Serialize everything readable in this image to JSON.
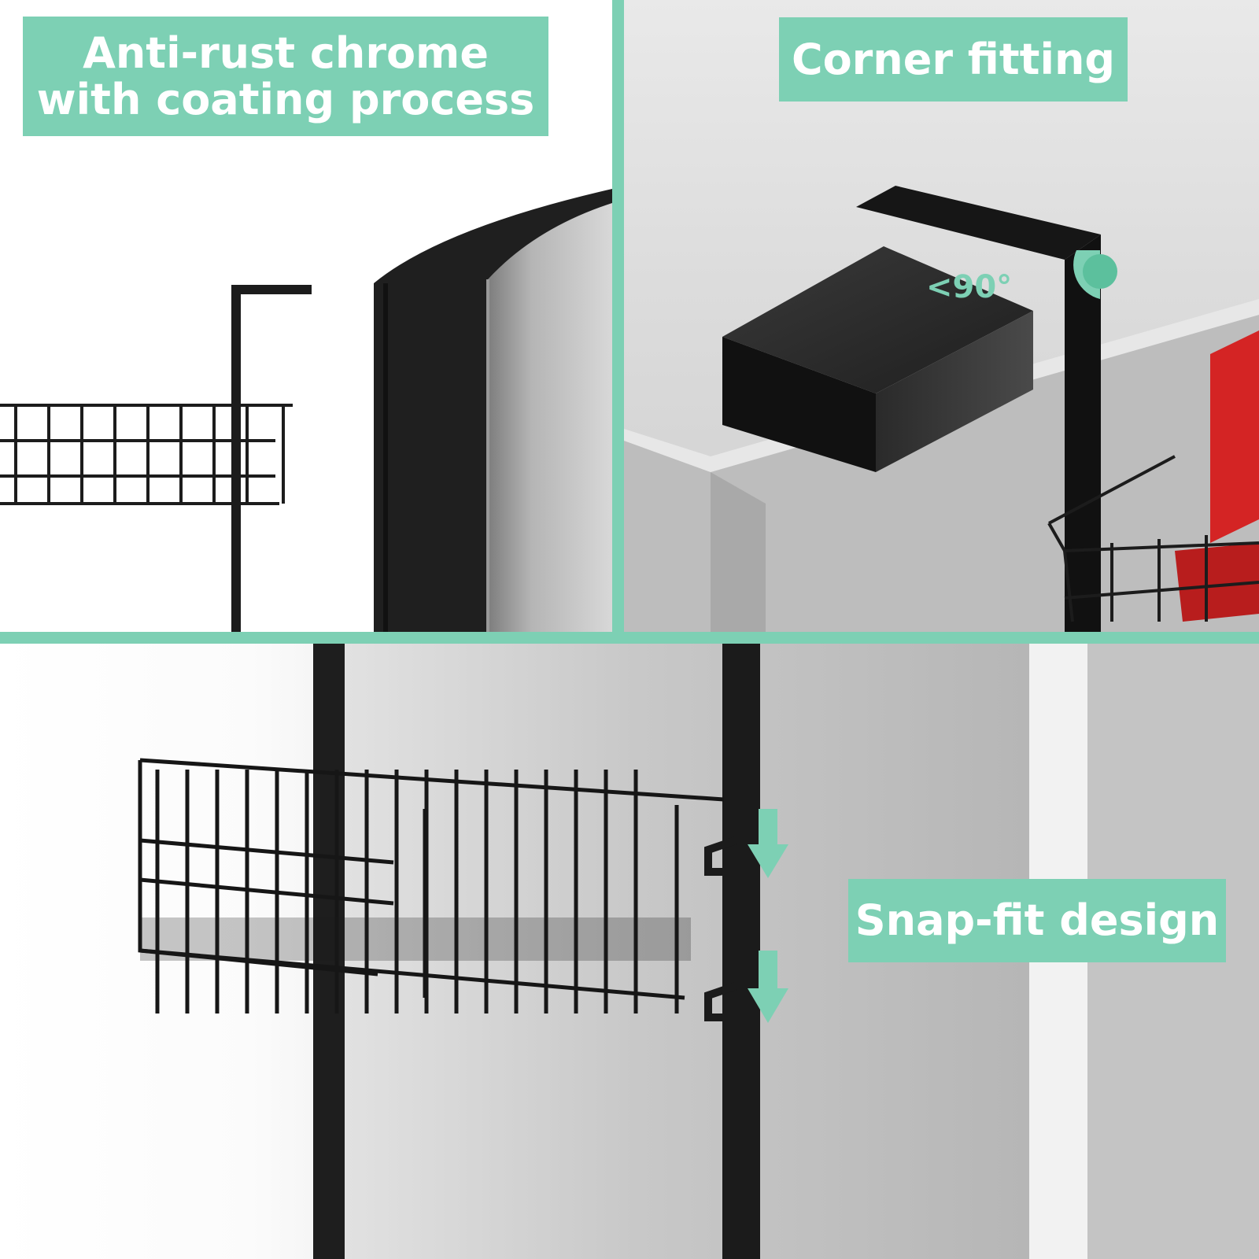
{
  "colors": {
    "accent": "#7dd0b4",
    "banner_text": "#ffffff",
    "rack_black": "#1c1c1c",
    "door_steel": "#cfcfcf",
    "cabinet_red": "#d42424"
  },
  "panels": {
    "coating": {
      "label": "Anti-rust chrome with coating process"
    },
    "corner": {
      "label": "Corner fitting",
      "angle": "<90°"
    },
    "snap": {
      "label": "Snap-fit design"
    }
  },
  "icons": [
    "angle-indicator-icon",
    "down-arrow-icon"
  ]
}
